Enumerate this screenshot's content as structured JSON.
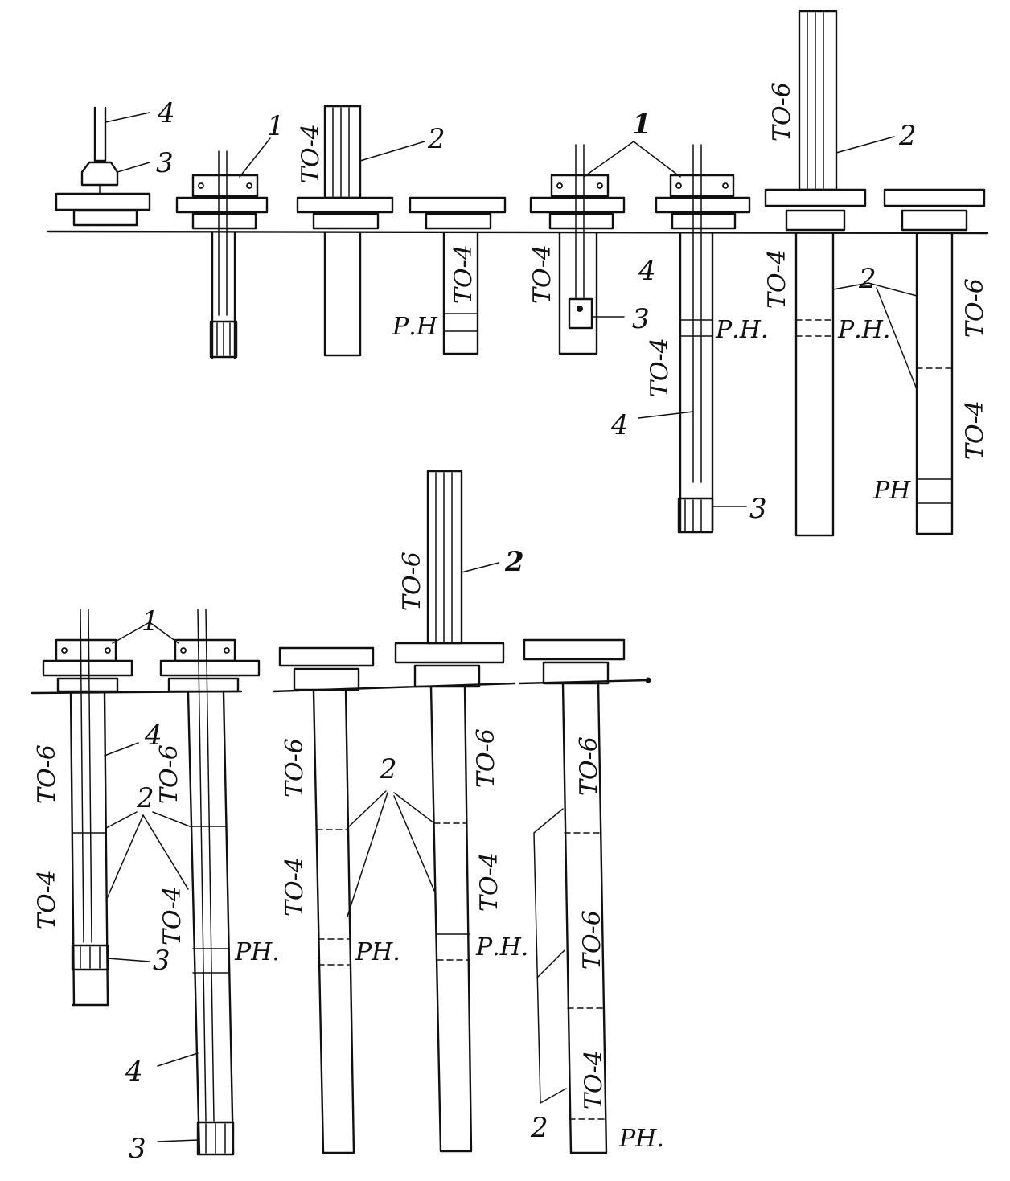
{
  "labels": {
    "n1": "1",
    "n2": "2",
    "n3": "3",
    "n4": "4",
    "to4": "ТО-4",
    "to6": "ТО-6",
    "rn": "Р.Н",
    "rn_dot": "Р.Н.",
    "ph": "РН",
    "ph_dot": "РН."
  }
}
